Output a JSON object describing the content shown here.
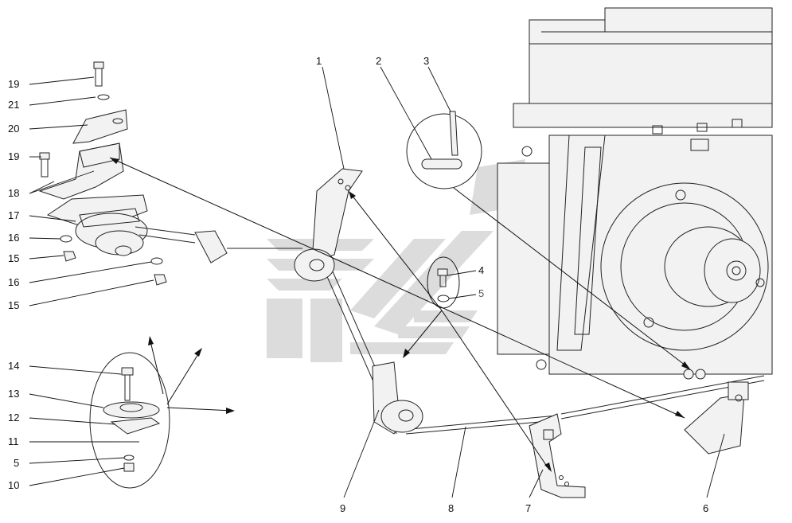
{
  "diagram": {
    "callouts": [
      {
        "id": "c19a",
        "text": "19"
      },
      {
        "id": "c21",
        "text": "21"
      },
      {
        "id": "c20",
        "text": "20"
      },
      {
        "id": "c19b",
        "text": "19"
      },
      {
        "id": "c18",
        "text": "18"
      },
      {
        "id": "c17",
        "text": "17"
      },
      {
        "id": "c16a",
        "text": "16"
      },
      {
        "id": "c15a",
        "text": "15"
      },
      {
        "id": "c16b",
        "text": "16"
      },
      {
        "id": "c15b",
        "text": "15"
      },
      {
        "id": "c14",
        "text": "14"
      },
      {
        "id": "c13",
        "text": "13"
      },
      {
        "id": "c12",
        "text": "12"
      },
      {
        "id": "c11",
        "text": "11"
      },
      {
        "id": "c5a",
        "text": "5"
      },
      {
        "id": "c10",
        "text": "10"
      },
      {
        "id": "c1",
        "text": "1"
      },
      {
        "id": "c2",
        "text": "2"
      },
      {
        "id": "c3",
        "text": "3"
      },
      {
        "id": "c4",
        "text": "4"
      },
      {
        "id": "c5b",
        "text": "5"
      },
      {
        "id": "c9",
        "text": "9"
      },
      {
        "id": "c8",
        "text": "8"
      },
      {
        "id": "c7",
        "text": "7"
      },
      {
        "id": "c6",
        "text": "6"
      }
    ],
    "colors": {
      "line": "#222222",
      "watermark": "#d9d9d9",
      "fill": "#f2f2f2"
    }
  }
}
